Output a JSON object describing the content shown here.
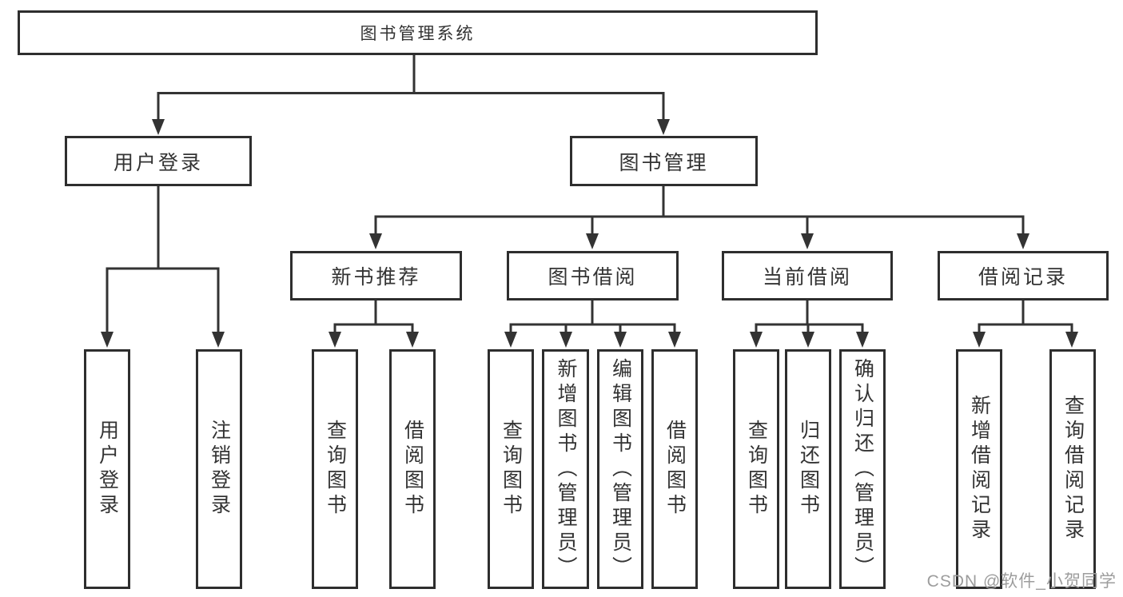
{
  "diagram": {
    "title": "图书管理系统",
    "level2": [
      {
        "label": "用户登录"
      },
      {
        "label": "图书管理"
      }
    ],
    "level3": [
      {
        "label": "新书推荐",
        "parent": "图书管理"
      },
      {
        "label": "图书借阅",
        "parent": "图书管理"
      },
      {
        "label": "当前借阅",
        "parent": "图书管理"
      },
      {
        "label": "借阅记录",
        "parent": "图书管理"
      }
    ],
    "leaves": [
      {
        "label": "用户登录",
        "parent": "用户登录"
      },
      {
        "label": "注销登录",
        "parent": "用户登录"
      },
      {
        "label": "查询图书",
        "parent": "新书推荐"
      },
      {
        "label": "借阅图书",
        "parent": "新书推荐"
      },
      {
        "label": "查询图书",
        "parent": "图书借阅"
      },
      {
        "label": "新增图书（管理员）",
        "parent": "图书借阅"
      },
      {
        "label": "编辑图书（管理员）",
        "parent": "图书借阅"
      },
      {
        "label": "借阅图书",
        "parent": "图书借阅"
      },
      {
        "label": "查询图书",
        "parent": "当前借阅"
      },
      {
        "label": "归还图书",
        "parent": "当前借阅"
      },
      {
        "label": "确认归还（管理员）",
        "parent": "当前借阅"
      },
      {
        "label": "新增借阅记录",
        "parent": "借阅记录"
      },
      {
        "label": "查询借阅记录",
        "parent": "借阅记录"
      }
    ]
  },
  "watermark": "CSDN @软件_小贺同学",
  "colors": {
    "background": "#ffffff",
    "box_fill": "#ffffff",
    "box_border": "#2e2e2e",
    "connector_line": "#333333",
    "text": "#333333",
    "watermark_text": "#9d9d9d"
  }
}
